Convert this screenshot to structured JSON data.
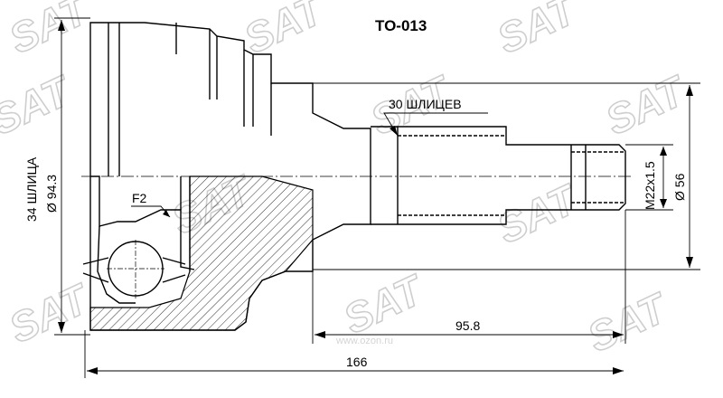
{
  "part_code": "TO-013",
  "watermark": {
    "brand": "SAT",
    "registered": "®",
    "site": "www.ozon.ru"
  },
  "labels": {
    "outer_splines": "34 ШЛИЦА",
    "outer_diameter": "Ø 94.3",
    "inner_splines": "30 ШЛИЦЕВ",
    "seal_diameter": "Ø 56",
    "thread": "M22x1.5",
    "feature": "F2",
    "shaft_length": "95.8",
    "total_length": "166"
  },
  "colors": {
    "line": "#000000",
    "watermark": "#c9c9c9",
    "background": "#ffffff"
  }
}
